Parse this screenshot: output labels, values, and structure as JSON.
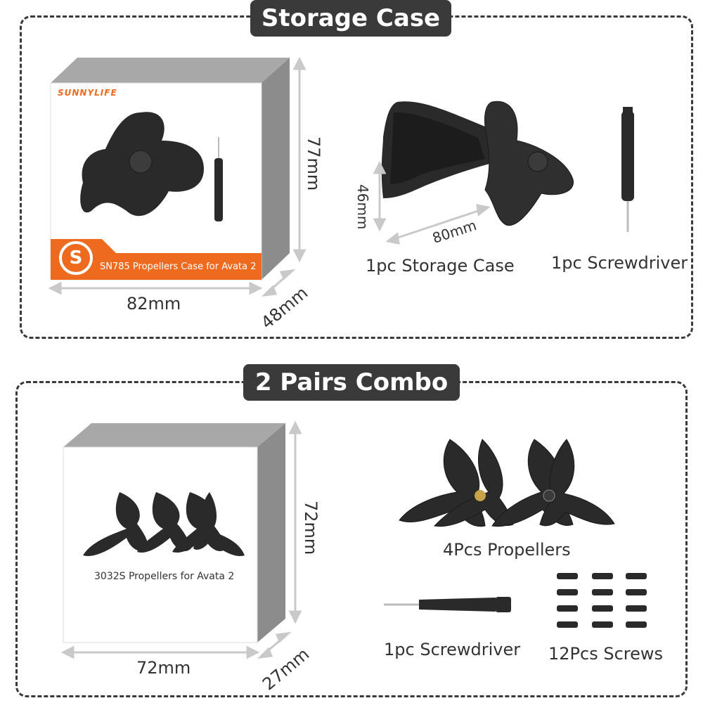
{
  "section1": {
    "title": "Storage Case",
    "box": {
      "brand": "SUNNYLIFE",
      "badge_letter": "S",
      "product_text": "SN785 Propellers Case for Avata 2",
      "width_dim": "82mm",
      "height_dim": "77mm",
      "depth_dim": "48mm"
    },
    "case": {
      "height_dim": "46mm",
      "width_dim": "80mm",
      "caption": "1pc Storage Case"
    },
    "screwdriver_caption": "1pc Screwdriver"
  },
  "section2": {
    "title": "2 Pairs Combo",
    "box": {
      "product_text": "3032S Propellers for Avata 2",
      "width_dim": "72mm",
      "height_dim": "72mm",
      "depth_dim": "27mm"
    },
    "propellers_caption": "4Pcs Propellers",
    "screwdriver_caption": "1pc Screwdriver",
    "screws_caption": "12Pcs Screws"
  },
  "colors": {
    "frame": "#3a3a3a",
    "orange": "#ee6a1f",
    "box_side": "#8c8c8c",
    "box_top": "#a8a8a8",
    "arrow": "#c9c9c9",
    "product": "#2a2a2a"
  }
}
